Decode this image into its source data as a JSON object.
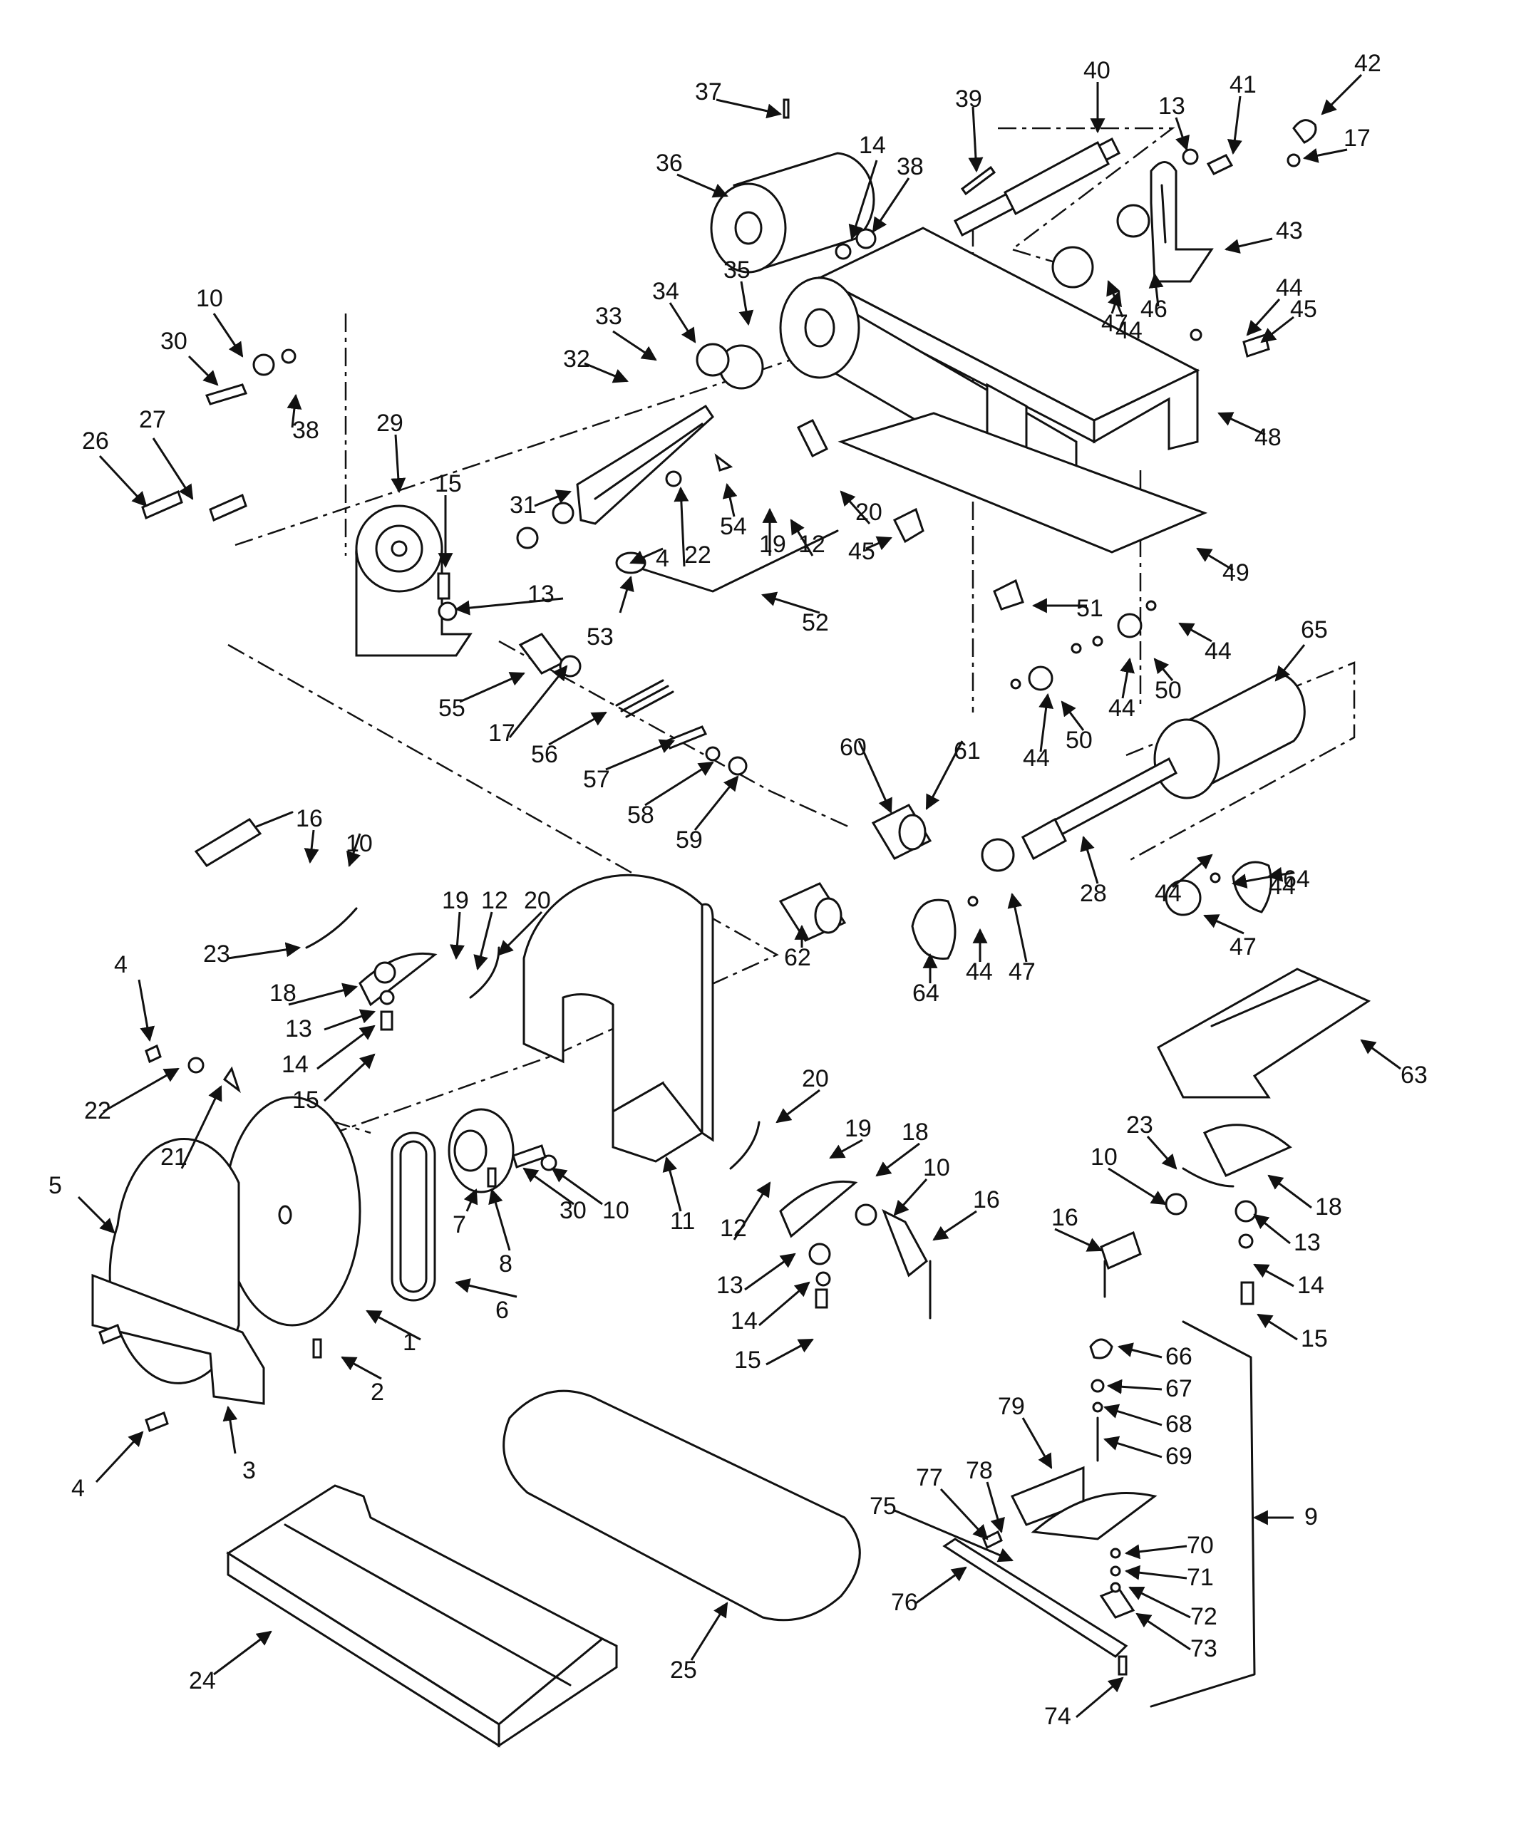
{
  "diagram": {
    "background": "#ffffff",
    "ink": "#111111",
    "callouts": [
      {
        "id": "c1",
        "text": "1"
      },
      {
        "id": "c2",
        "text": "2"
      },
      {
        "id": "c3",
        "text": "3"
      },
      {
        "id": "c4a",
        "text": "4"
      },
      {
        "id": "c4b",
        "text": "4"
      },
      {
        "id": "c4c",
        "text": "4"
      },
      {
        "id": "c5",
        "text": "5"
      },
      {
        "id": "c6",
        "text": "6"
      },
      {
        "id": "c7",
        "text": "7"
      },
      {
        "id": "c8",
        "text": "8"
      },
      {
        "id": "c9",
        "text": "9"
      },
      {
        "id": "c10a",
        "text": "10"
      },
      {
        "id": "c10b",
        "text": "10"
      },
      {
        "id": "c10c",
        "text": "10"
      },
      {
        "id": "c10d",
        "text": "10"
      },
      {
        "id": "c10e",
        "text": "10"
      },
      {
        "id": "c11",
        "text": "11"
      },
      {
        "id": "c12a",
        "text": "12"
      },
      {
        "id": "c12b",
        "text": "12"
      },
      {
        "id": "c12c",
        "text": "12"
      },
      {
        "id": "c13a",
        "text": "13"
      },
      {
        "id": "c13b",
        "text": "13"
      },
      {
        "id": "c13c",
        "text": "13"
      },
      {
        "id": "c13d",
        "text": "13"
      },
      {
        "id": "c13e",
        "text": "13"
      },
      {
        "id": "c14a",
        "text": "14"
      },
      {
        "id": "c14b",
        "text": "14"
      },
      {
        "id": "c14c",
        "text": "14"
      },
      {
        "id": "c14d",
        "text": "14"
      },
      {
        "id": "c15a",
        "text": "15"
      },
      {
        "id": "c15b",
        "text": "15"
      },
      {
        "id": "c15c",
        "text": "15"
      },
      {
        "id": "c15d",
        "text": "15"
      },
      {
        "id": "c16a",
        "text": "16"
      },
      {
        "id": "c16b",
        "text": "16"
      },
      {
        "id": "c16c",
        "text": "16"
      },
      {
        "id": "c17a",
        "text": "17"
      },
      {
        "id": "c17b",
        "text": "17"
      },
      {
        "id": "c18a",
        "text": "18"
      },
      {
        "id": "c18b",
        "text": "18"
      },
      {
        "id": "c18c",
        "text": "18"
      },
      {
        "id": "c19a",
        "text": "19"
      },
      {
        "id": "c19b",
        "text": "19"
      },
      {
        "id": "c19c",
        "text": "19"
      },
      {
        "id": "c20a",
        "text": "20"
      },
      {
        "id": "c20b",
        "text": "20"
      },
      {
        "id": "c20c",
        "text": "20"
      },
      {
        "id": "c21",
        "text": "21"
      },
      {
        "id": "c22a",
        "text": "22"
      },
      {
        "id": "c22b",
        "text": "22"
      },
      {
        "id": "c23a",
        "text": "23"
      },
      {
        "id": "c23b",
        "text": "23"
      },
      {
        "id": "c24",
        "text": "24"
      },
      {
        "id": "c25",
        "text": "25"
      },
      {
        "id": "c26",
        "text": "26"
      },
      {
        "id": "c27",
        "text": "27"
      },
      {
        "id": "c28",
        "text": "28"
      },
      {
        "id": "c29",
        "text": "29"
      },
      {
        "id": "c30a",
        "text": "30"
      },
      {
        "id": "c30b",
        "text": "30"
      },
      {
        "id": "c31",
        "text": "31"
      },
      {
        "id": "c32",
        "text": "32"
      },
      {
        "id": "c33",
        "text": "33"
      },
      {
        "id": "c34",
        "text": "34"
      },
      {
        "id": "c35",
        "text": "35"
      },
      {
        "id": "c36",
        "text": "36"
      },
      {
        "id": "c37",
        "text": "37"
      },
      {
        "id": "c38a",
        "text": "38"
      },
      {
        "id": "c38b",
        "text": "38"
      },
      {
        "id": "c39",
        "text": "39"
      },
      {
        "id": "c40",
        "text": "40"
      },
      {
        "id": "c41",
        "text": "41"
      },
      {
        "id": "c42",
        "text": "42"
      },
      {
        "id": "c43",
        "text": "43"
      },
      {
        "id": "c44a",
        "text": "44"
      },
      {
        "id": "c44b",
        "text": "44"
      },
      {
        "id": "c44c",
        "text": "44"
      },
      {
        "id": "c44d",
        "text": "44"
      },
      {
        "id": "c44e",
        "text": "44"
      },
      {
        "id": "c44f",
        "text": "44"
      },
      {
        "id": "c44g",
        "text": "44"
      },
      {
        "id": "c44h",
        "text": "44"
      },
      {
        "id": "c45a",
        "text": "45"
      },
      {
        "id": "c45b",
        "text": "45"
      },
      {
        "id": "c46",
        "text": "46"
      },
      {
        "id": "c47a",
        "text": "47"
      },
      {
        "id": "c47b",
        "text": "47"
      },
      {
        "id": "c47c",
        "text": "47"
      },
      {
        "id": "c48",
        "text": "48"
      },
      {
        "id": "c49",
        "text": "49"
      },
      {
        "id": "c50a",
        "text": "50"
      },
      {
        "id": "c50b",
        "text": "50"
      },
      {
        "id": "c51",
        "text": "51"
      },
      {
        "id": "c52",
        "text": "52"
      },
      {
        "id": "c53",
        "text": "53"
      },
      {
        "id": "c54",
        "text": "54"
      },
      {
        "id": "c55",
        "text": "55"
      },
      {
        "id": "c56",
        "text": "56"
      },
      {
        "id": "c57",
        "text": "57"
      },
      {
        "id": "c58",
        "text": "58"
      },
      {
        "id": "c59",
        "text": "59"
      },
      {
        "id": "c60",
        "text": "60"
      },
      {
        "id": "c61",
        "text": "61"
      },
      {
        "id": "c62",
        "text": "62"
      },
      {
        "id": "c63",
        "text": "63"
      },
      {
        "id": "c64a",
        "text": "64"
      },
      {
        "id": "c64b",
        "text": "64"
      },
      {
        "id": "c65",
        "text": "65"
      },
      {
        "id": "c66",
        "text": "66"
      },
      {
        "id": "c67",
        "text": "67"
      },
      {
        "id": "c68",
        "text": "68"
      },
      {
        "id": "c69",
        "text": "69"
      },
      {
        "id": "c70",
        "text": "70"
      },
      {
        "id": "c71",
        "text": "71"
      },
      {
        "id": "c72",
        "text": "72"
      },
      {
        "id": "c73",
        "text": "73"
      },
      {
        "id": "c74",
        "text": "74"
      },
      {
        "id": "c75",
        "text": "75"
      },
      {
        "id": "c76",
        "text": "76"
      },
      {
        "id": "c77",
        "text": "77"
      },
      {
        "id": "c78",
        "text": "78"
      },
      {
        "id": "c79",
        "text": "79"
      }
    ]
  }
}
